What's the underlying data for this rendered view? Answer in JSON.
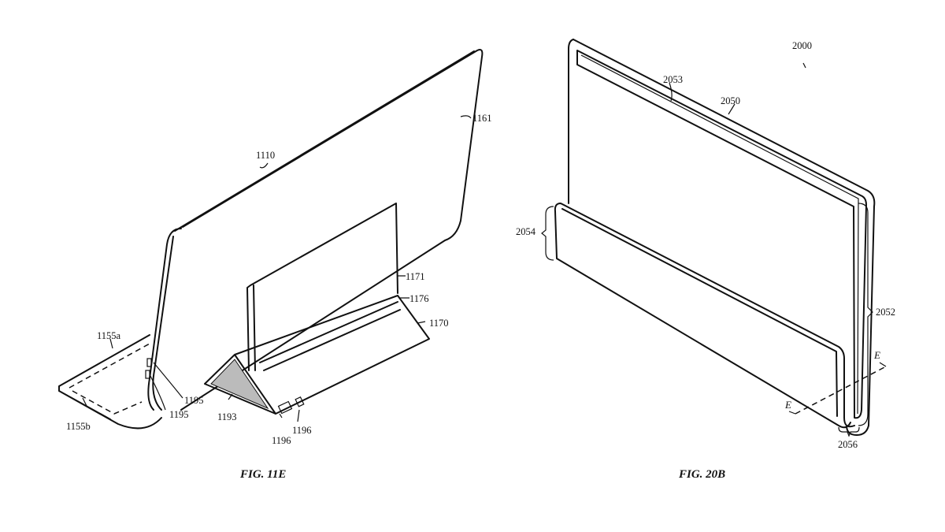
{
  "figures": [
    {
      "caption": "FIG. 11E",
      "labels": {
        "display": "1110",
        "surface": "1161",
        "inner_panel": "1171",
        "slot": "1176",
        "base": "1170",
        "foot_a": "1155a",
        "foot_b": "1155b",
        "port_upper": "1195",
        "port_lower": "1195",
        "mesh": "1193",
        "connector_left": "1196",
        "connector_right": "1196"
      }
    },
    {
      "caption": "FIG. 20B",
      "ref": "2000",
      "labels": {
        "edge": "2053",
        "display": "2050",
        "stand": "2054",
        "height": "2052",
        "section_right": "E",
        "section_left": "E",
        "thickness": "2056"
      }
    }
  ]
}
